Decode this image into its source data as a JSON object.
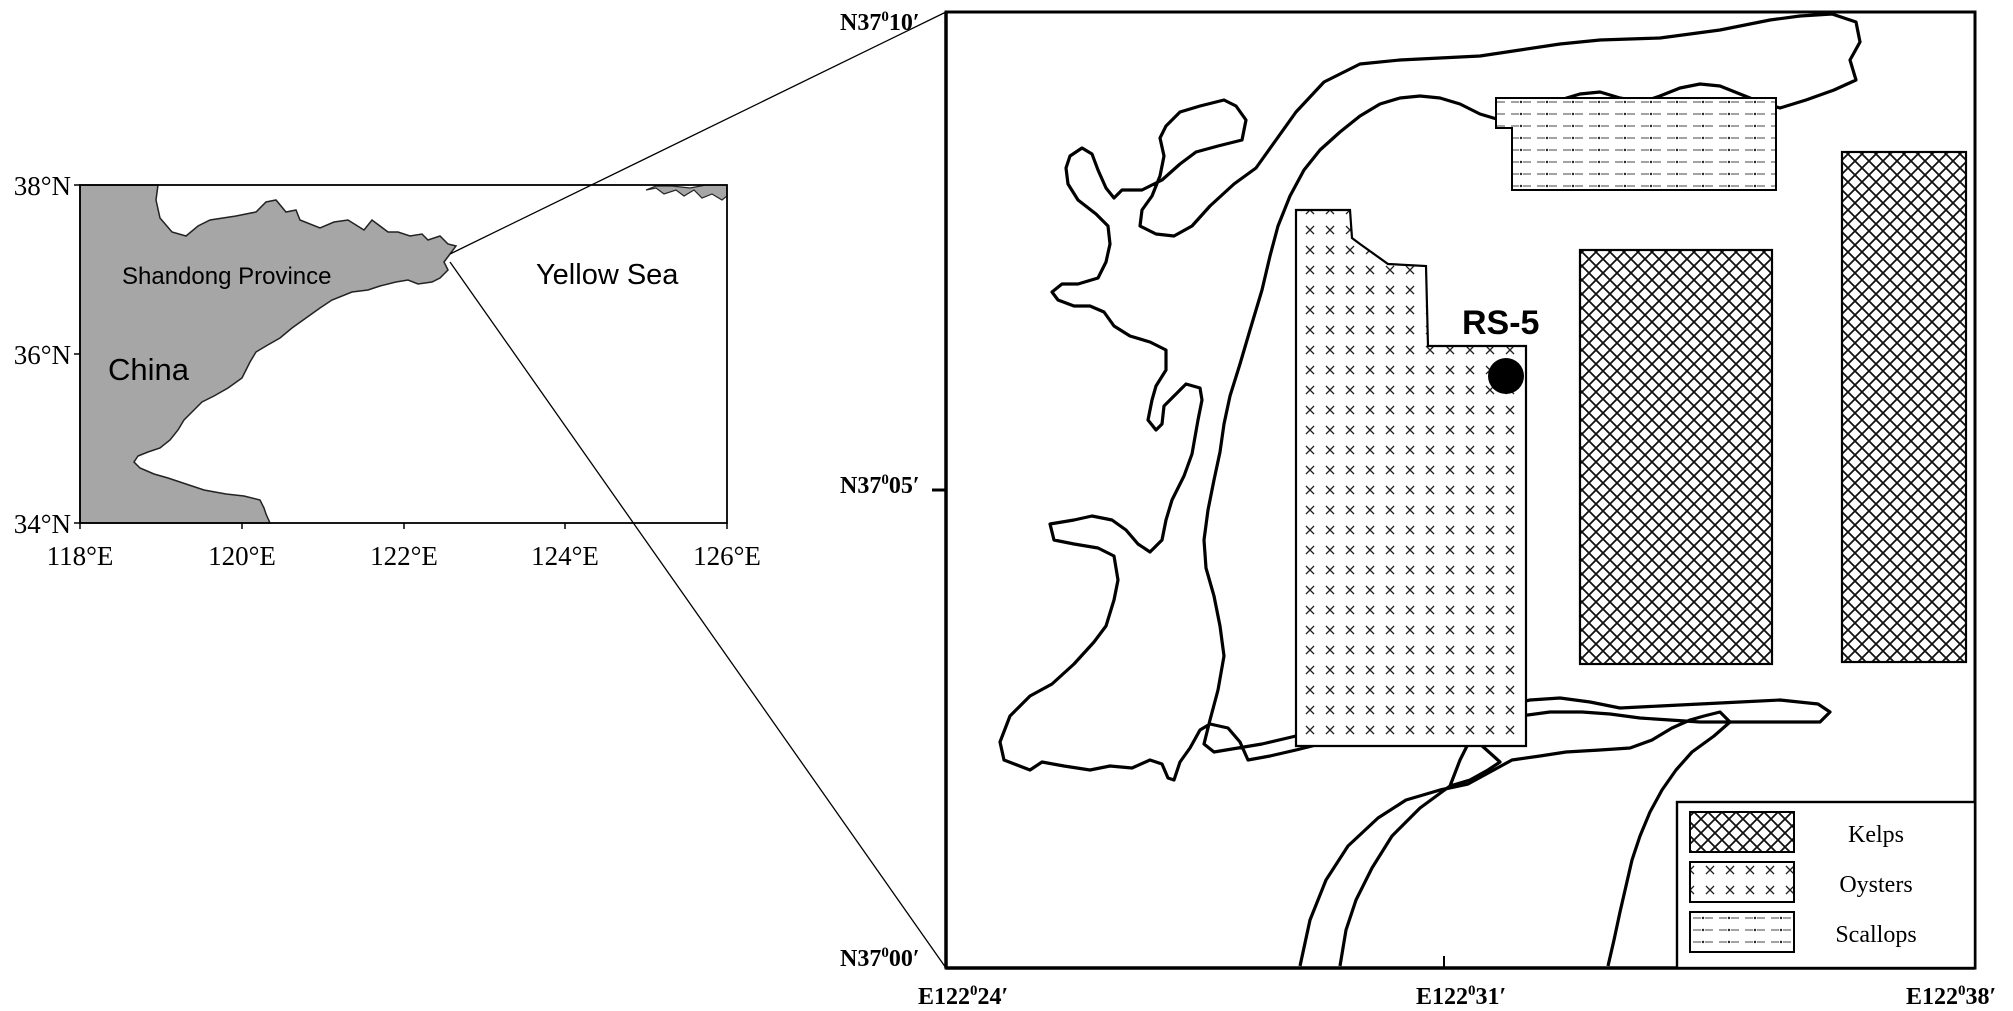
{
  "overview_map": {
    "y_ticks": [
      "38°N",
      "36°N",
      "34°N"
    ],
    "x_ticks": [
      "118°E",
      "120°E",
      "122°E",
      "124°E",
      "126°E"
    ],
    "labels": {
      "province": "Shandong Province",
      "country": "China",
      "sea": "Yellow Sea"
    },
    "land_color": "#a6a6a6"
  },
  "detail_map": {
    "y_ticks": {
      "top": {
        "prefix": "N37",
        "sup": "0",
        "suffix": "10′"
      },
      "mid": {
        "prefix": "N37",
        "sup": "0",
        "suffix": "05′"
      },
      "bottom": {
        "prefix": "N37",
        "sup": "0",
        "suffix": "00′"
      }
    },
    "x_ticks": {
      "left": {
        "prefix": "E122",
        "sup": "0",
        "suffix": "24′"
      },
      "mid": {
        "prefix": "E122",
        "sup": "0",
        "suffix": "31′"
      },
      "right": {
        "prefix": "E122",
        "sup": "0",
        "suffix": "38′"
      }
    },
    "station": {
      "label": "RS-5"
    },
    "legend": [
      {
        "label": "Kelps",
        "pattern": "kelp"
      },
      {
        "label": "Oysters",
        "pattern": "oyster"
      },
      {
        "label": "Scallops",
        "pattern": "scallop"
      }
    ]
  }
}
